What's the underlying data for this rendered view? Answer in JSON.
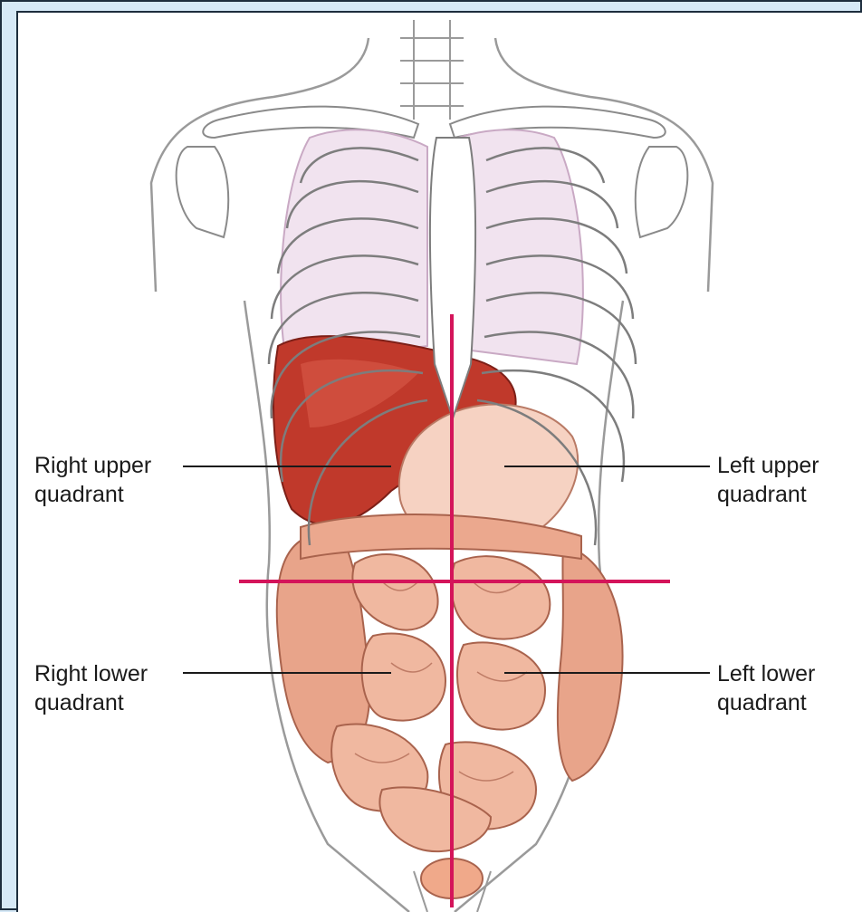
{
  "labels": {
    "right_upper": [
      "Right upper",
      "quadrant"
    ],
    "left_upper": [
      "Left upper",
      "quadrant"
    ],
    "right_lower": [
      "Right lower",
      "quadrant"
    ],
    "left_lower": [
      "Left lower",
      "quadrant"
    ]
  },
  "colors": {
    "background": "#d6e9f7",
    "quadrant_lines": "#d4145a",
    "outline": "#8a8a8a",
    "liver": "#c0392b",
    "intestine": "#e8a48a",
    "lung": "#f1e3ef",
    "stomach": "#f6d2c2"
  }
}
